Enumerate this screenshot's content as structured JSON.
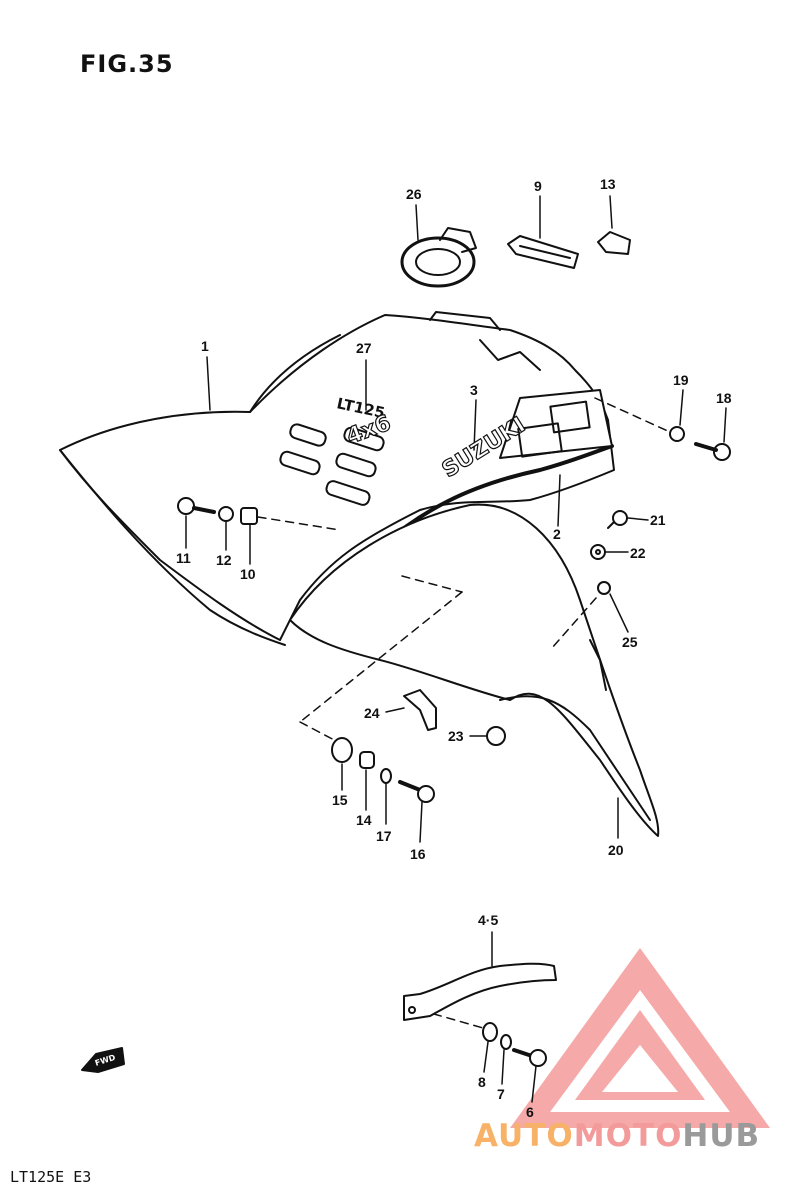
{
  "figure": {
    "title": "FIG.35",
    "model_code": "LT125E  E3"
  },
  "callouts": [
    "1",
    "2",
    "3",
    "4·5",
    "6",
    "7",
    "8",
    "9",
    "10",
    "11",
    "12",
    "13",
    "14",
    "15",
    "16",
    "17",
    "18",
    "19",
    "20",
    "21",
    "22",
    "23",
    "24",
    "25",
    "26",
    "27"
  ],
  "decal_text": {
    "brand": "SUZUKI",
    "model": "LT125",
    "drive": "4x6",
    "fwd": "FWD"
  },
  "watermark": {
    "part1": "AUTO",
    "part2": "MOTO",
    "part3": "HUB",
    "colors": [
      "#f7b267",
      "#f39a9a",
      "#9a9a9a"
    ]
  }
}
